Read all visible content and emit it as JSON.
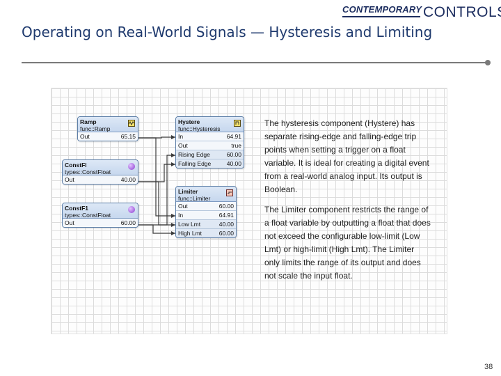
{
  "logo": {
    "contemporary": "CONTEMPORARY",
    "controls": "CONTROLS"
  },
  "slide": {
    "title": "Operating on Real-World Signals — Hysteresis and Limiting",
    "page_number": "38"
  },
  "blocks": {
    "ramp": {
      "name": "Ramp",
      "type": "func::Ramp",
      "rows": [
        {
          "label": "Out",
          "value": "65.15"
        }
      ]
    },
    "constfl": {
      "name": "ConstFl",
      "type": "types::ConstFloat",
      "rows": [
        {
          "label": "Out",
          "value": "40.00"
        }
      ]
    },
    "constf1": {
      "name": "ConstF1",
      "type": "types::ConstFloat",
      "rows": [
        {
          "label": "Out",
          "value": "60.00"
        }
      ]
    },
    "hystere": {
      "name": "Hystere",
      "type": "func::Hysteresis",
      "rows": [
        {
          "label": "In",
          "value": "64.91"
        },
        {
          "label": "Out",
          "value": "true"
        },
        {
          "label": "Rising Edge",
          "value": "60.00"
        },
        {
          "label": "Falling Edge",
          "value": "40.00"
        }
      ]
    },
    "limiter": {
      "name": "Limiter",
      "type": "func::Limiter",
      "rows": [
        {
          "label": "Out",
          "value": "60.00"
        },
        {
          "label": "In",
          "value": "64.91"
        },
        {
          "label": "Low Lmt",
          "value": "40.00"
        },
        {
          "label": "High Lmt",
          "value": "60.00"
        }
      ]
    }
  },
  "description": {
    "hysteresis": "The hysteresis component (Hystere) has separate rising-edge and falling-edge trip points when setting a trigger on a float variable. It is ideal for creating a digital event from a real-world analog input.  Its output is Boolean.",
    "limiter": "The Limiter component restricts the range of a float variable by outputting a float that does not exceed the configurable low-limit (Low Lmt) or high-limit (High Lmt). The Limiter only limits the range of its output and does not scale the input float."
  },
  "icons": {
    "ramp": "waveform-icon",
    "constfl": "purple-circle-icon",
    "constf1": "purple-circle-icon",
    "hystere": "hysteresis-icon",
    "limiter": "limiter-icon"
  },
  "colors": {
    "title": "#1f3a6e",
    "logo": "#1c2d5f",
    "block_border": "#5d7fa8",
    "wire": "#3a3a3a"
  }
}
